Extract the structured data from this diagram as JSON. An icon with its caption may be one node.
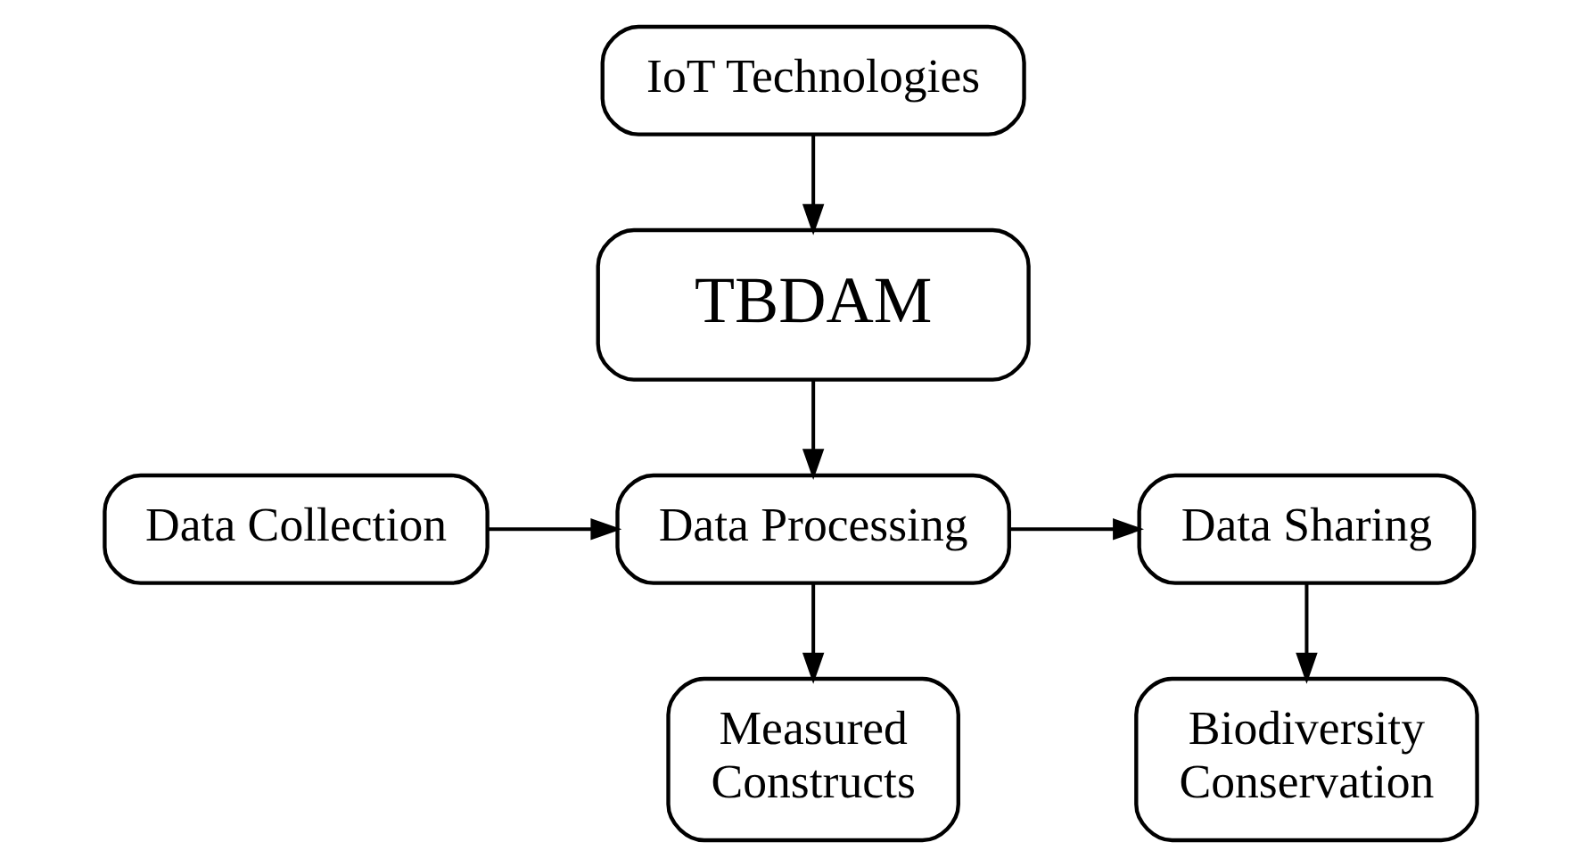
{
  "diagram": {
    "nodes": [
      {
        "text": [
          "IoT Technologies"
        ]
      },
      {
        "text": [
          "TBDAM"
        ]
      },
      {
        "text": [
          "Data Collection"
        ]
      },
      {
        "text": [
          "Data Processing"
        ]
      },
      {
        "text": [
          "Data Sharing"
        ]
      },
      {
        "text": [
          "Measured Constructs"
        ]
      },
      {
        "text": [
          "Biodiversity Conservation"
        ]
      }
    ],
    "edges": [
      {
        "from": 0,
        "to": 1,
        "arrow": "to"
      },
      {
        "from": 1,
        "to": 3,
        "arrow": "to"
      },
      {
        "from": 2,
        "to": 3,
        "arrow": "to"
      },
      {
        "from": 3,
        "to": 4,
        "arrow": "to"
      },
      {
        "from": 3,
        "to": 5,
        "arrow": "to"
      },
      {
        "from": 4,
        "to": 6,
        "arrow": "to"
      }
    ]
  }
}
